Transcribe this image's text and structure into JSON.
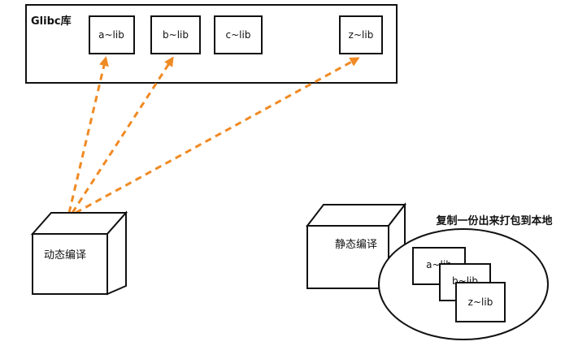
{
  "glibc": {
    "title": "Glibc库",
    "libs": [
      "a~lib",
      "b~lib",
      "c~lib",
      "z~lib"
    ]
  },
  "dynamic": {
    "label": "动态编译"
  },
  "static": {
    "label": "静态编译",
    "note": "复制一份出来打包到本地",
    "copies": [
      "a~lib",
      "b~lib",
      "z~lib"
    ]
  },
  "colors": {
    "stroke": "#111111",
    "arrow": "#f08a24",
    "background": "#ffffff"
  }
}
